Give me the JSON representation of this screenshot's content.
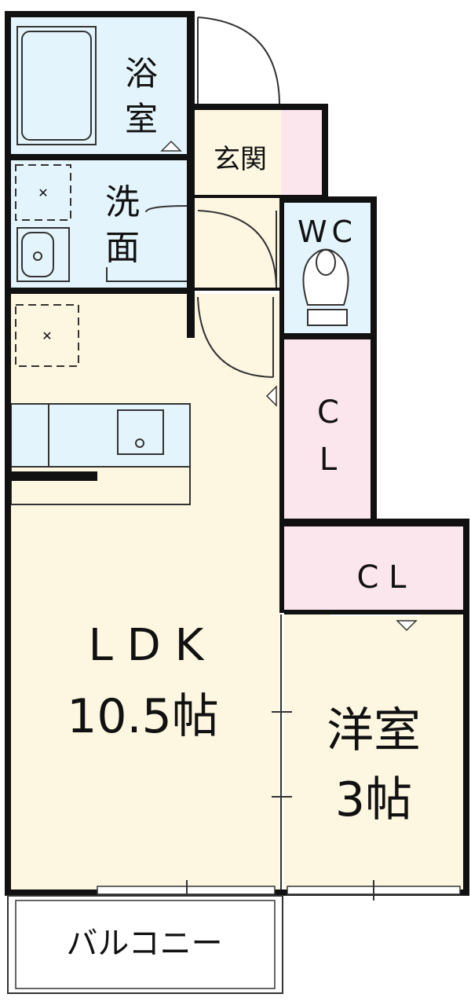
{
  "rooms": {
    "bath": {
      "label_top": "浴",
      "label_bottom": "室"
    },
    "entrance": {
      "label": "玄関"
    },
    "washroom": {
      "label_top": "洗",
      "label_bottom": "面"
    },
    "wc": {
      "label": "WC"
    },
    "closet_vertical": {
      "label_top": "C",
      "label_bottom": "L"
    },
    "closet_horizontal": {
      "label": "C L"
    },
    "ldk": {
      "label": "L D K",
      "size": "10.5帖"
    },
    "western_room": {
      "label": "洋室",
      "size": "3帖"
    },
    "balcony": {
      "label": "バルコニー"
    }
  },
  "colors": {
    "wet_area": "#e4f4fc",
    "dry_area": "#fdf7e1",
    "closet": "#fce6ee",
    "wall": "#111111"
  }
}
